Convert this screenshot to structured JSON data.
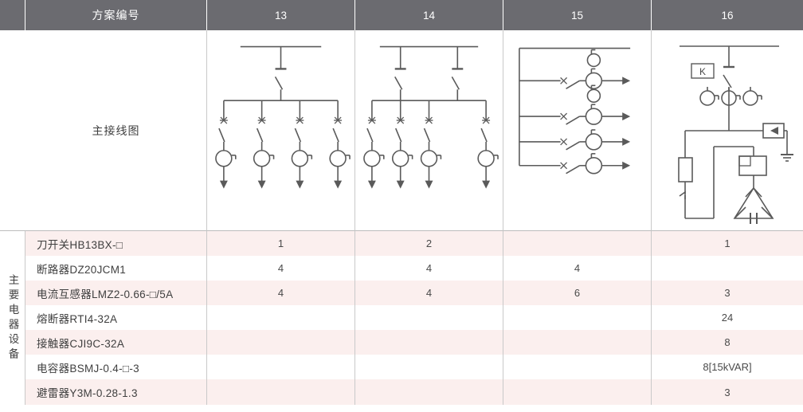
{
  "header": {
    "scheme_label": "方案编号",
    "columns": [
      "13",
      "14",
      "15",
      "16"
    ]
  },
  "diagram_row": {
    "label": "主接线图"
  },
  "section": {
    "vertical_label": "主要电器设备"
  },
  "rows": [
    {
      "name": "刀开关HB13BX-□",
      "values": [
        "1",
        "2",
        "",
        "1"
      ]
    },
    {
      "name": "断路器DZ20JCM1",
      "values": [
        "4",
        "4",
        "4",
        ""
      ]
    },
    {
      "name": "电流互感器LMZ2-0.66-□/5A",
      "values": [
        "4",
        "4",
        "6",
        "3"
      ]
    },
    {
      "name": "熔断器RTI4-32A",
      "values": [
        "",
        "",
        "",
        "24"
      ]
    },
    {
      "name": "接触器CJI9C-32A",
      "values": [
        "",
        "",
        "",
        "8"
      ]
    },
    {
      "name": "电容器BSMJ-0.4-□-3",
      "values": [
        "",
        "",
        "",
        "8[15kVAR]"
      ]
    },
    {
      "name": "避雷器Y3M-0.28-1.3",
      "values": [
        "",
        "",
        "",
        "3"
      ]
    }
  ],
  "diagrams": {
    "d13": {
      "title": "13",
      "description": "单母线进线，刀开关，四回路出线，每路带断路器与电流互感器"
    },
    "d14": {
      "title": "14",
      "description": "母线双进线，两组刀开关，各带两回路出线"
    },
    "d15": {
      "title": "15",
      "description": "垂直母线，四条水平馈线，带断路器与电流互感器"
    },
    "d16": {
      "title": "16",
      "description": "电容补偿柜，K标牌，刀开关，三只电流互感器，避雷器接地，熔断器与接触器，三角形电容组"
    },
    "k_label": "K"
  },
  "colors": {
    "header_bg": "#6b6b70",
    "row_pink": "#fbefee",
    "row_white": "#ffffff",
    "line": "#5a5a5a",
    "border": "#bdbdbd"
  }
}
